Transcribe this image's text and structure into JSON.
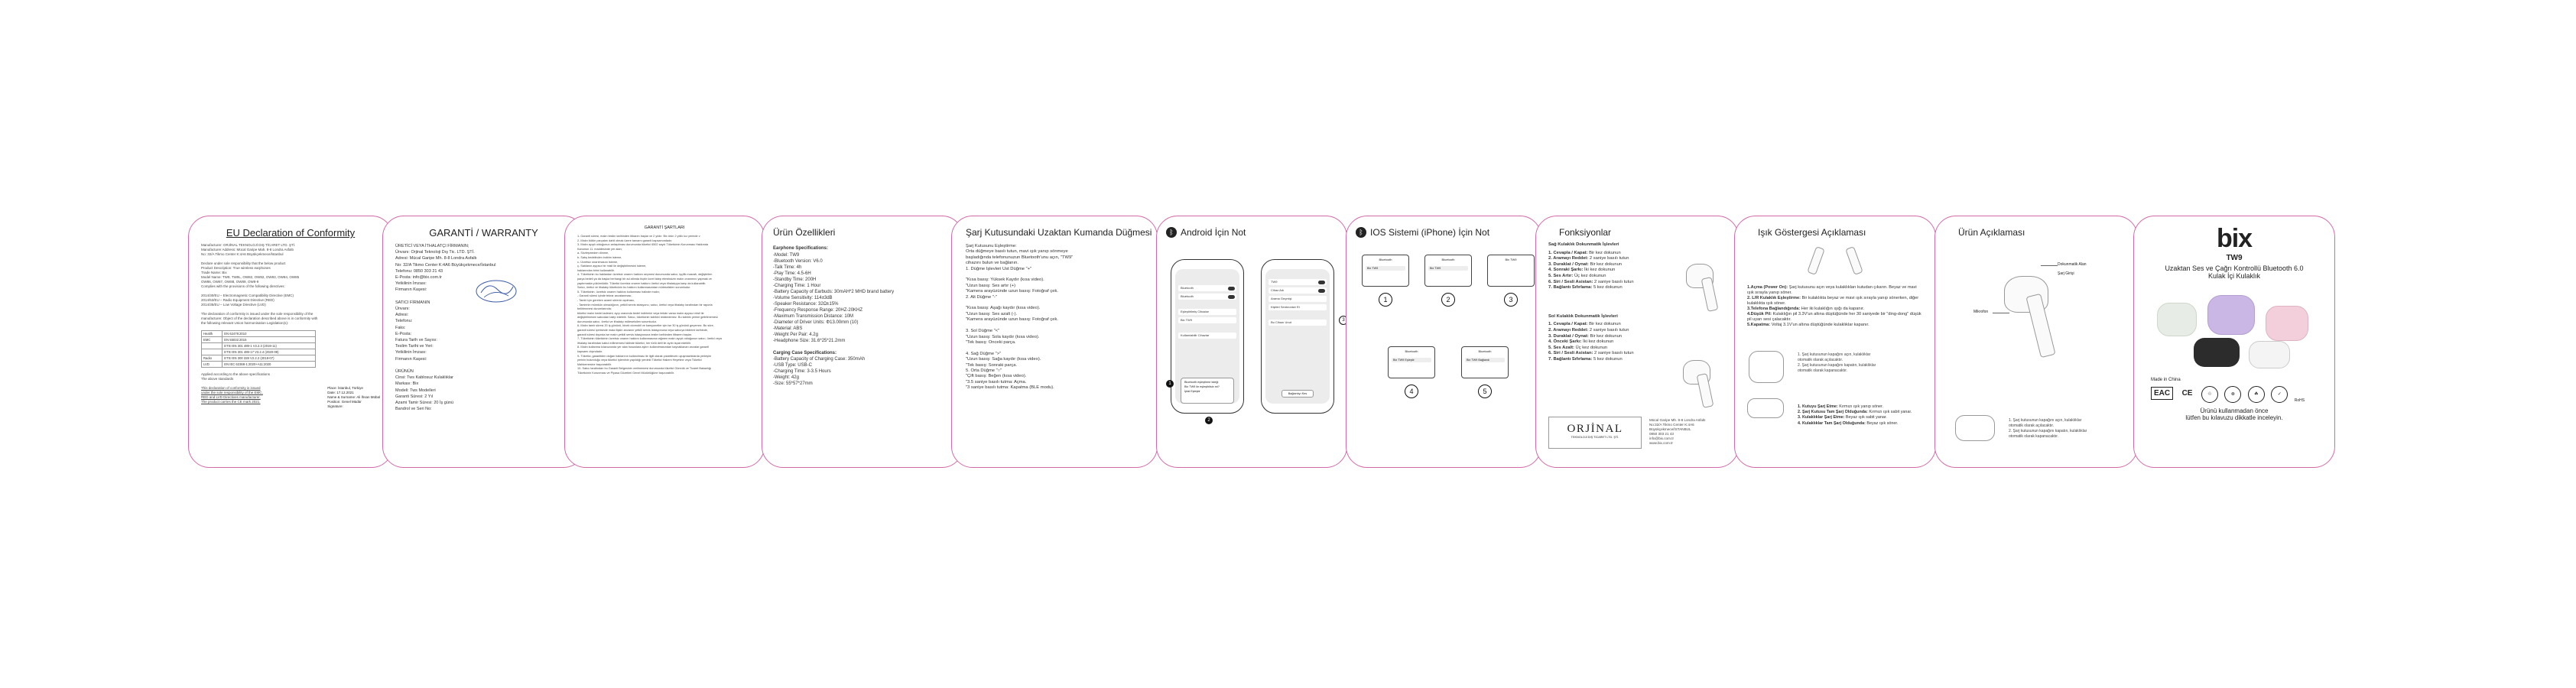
{
  "p1": {
    "title": "EU Declaration of Conformity",
    "lines": [
      "Manufacturer: ORJİNAL TEKNOLOJİ DIŞ TİCARET LTD. ŞTİ.",
      "Manufacturer Address: Mücal Garipe Mah. 8-8 Londra Asfaltı",
      "No: 32/A Tikmo Center K:4A6 Büyükçekmece/İstanbul",
      "",
      "Declare under sole responsibility that the below product",
      "Product Description: True wireless earphones",
      "Trade Name: Bix",
      "Model Name: TW9, TW9L, OW82, OW82, OW83, OW84, OW85",
      "OW86, OW87, OW88, OW89, OW8-9",
      "Complies with the provisions of the following directives:",
      "",
      "2014/30/EU – Electromagnetic Compatibility Directive (EMC)",
      "2014/53/EU – Radio Equipment Directive (RED)",
      "2014/35/EU – Low Voltage Directive (LVD)",
      "",
      "The declaration of conformity is issued under the sole responsibility of the",
      "manufacturer. Object of the declaration described above is in conformity with",
      "the following relevant Union harmonisation Legislation(s):"
    ],
    "table": [
      [
        "Health",
        "EN 62479:2010"
      ],
      [
        "EMC",
        "EN 55032:2015"
      ],
      [
        "",
        "ETSI EN 301 489-1 V2.2.3 (2019-11)"
      ],
      [
        "",
        "ETSI EN 301 489-17 V3.2.4 (2020-09)"
      ],
      [
        "Radio",
        "ETSI EN 300 328 V2.2.2 (2019-07)"
      ],
      [
        "LVD",
        "EN IEC 62368-1:2020+A11:2020"
      ]
    ],
    "after": [
      "Applied according to the above specifications",
      "The above standards"
    ],
    "underlined": [
      "This declaration of conformity is issued",
      "under the sole responsibility of the EMC,",
      "RED and LVD Directives manufacturer.",
      "The product carries the CE mark 2021."
    ],
    "sig": [
      "Place: İstanbul, Türkiye",
      "Date: 17.12.2021",
      "Name & Surname: Ali İhsan Mübal",
      "Position: Genel Müdür",
      "Signature:"
    ]
  },
  "p2": {
    "title": "GARANTİ / WARRANTY",
    "lines": [
      "ÜRETİCİ VEYA İTHALATÇI FİRMANIN;",
      "Ünvanı: Orjinal Teknoloji Dış Tic. LTD. ŞTİ.",
      "Adresi: Mücal Garipe Mh. 8-8 Londra Asfaltı",
      "No: 32/A Tikmo Center K:4A6 Büyükçekmece/İstanbul",
      "Telefonu: 0850 303 21 43",
      "E-Posta: info@bix.com.tr",
      "Yetkilinin İmzası:",
      "Firmanın Kaşesi:",
      "",
      "SATICI FİRMANIN",
      "Ünvanı:",
      "Adresi:",
      "Telefonu:",
      "Faks:",
      "E-Posta:",
      "Fatura Tarih ve Sayısı:",
      "Teslim Tarihi ve Yeri:",
      "Yetkilinin İmzası:",
      "Firmanın Kaşesi:",
      "",
      "ÜRÜNÜN",
      "Cinsi: Tws Kablosuz Kulaklıklar",
      "Markası: Bix",
      "Modeli: Tws Modelleri",
      "Garanti Süresi: 2 Yıl",
      "Azami Tamir Süresi: 20 İş günü",
      "Bandrol ve Seri No:"
    ]
  },
  "p3": {
    "title": "GARANTİ ŞARTLARI",
    "lines": [
      "1- Garanti süresi, malın teslim tarihinden itibaren başlar ve 2 yıldır. Bix ürün 2 yıllık kız yerinde v",
      "2- Malın bütün parçaları dahil olmak üzere tamamı garanti kapsamındadır.",
      "3- Malın ayıplı olduğunun anlaşılması durumunda tüketici 6502 sayılı Tüketicinin Korunması Hakkında",
      "Kanunun 11. maddesinde yer alan;",
      "a- Sözleşmeden dönme,",
      "b- Satış bedelinden indirim isteme,",
      "c- Ücretsiz onarılmasını isteme,",
      "ç- Satılanın ayıpsız bir misli ile değiştirilmesini isteme,",
      "haklarından birini kullanabilir.",
      "4- Tüketicinin bu haklardan ücretsiz onarım hakkını seçmesi durumunda satıcı; işçilik masrafı, değiştirilen",
      "parça bedeli ya da başka herhangi bir ad altında hiçbir ücret talep etmeksizin malın onarımını yapmak ve",
      "yaptırmakla yükümlüdür. Tüketici ücretsiz onarım hakkını üretici veya ithalatçıya karşı da kullanabilir.",
      "Satıcı, üretici ve ithalatçı tüketicinin bu hakkını kullanmasından müteselsilen sorumludur.",
      "5- Tüketicinin, ücretsiz onarım hakkını kullanması halinde malın;",
      "- Garanti süresi içinde tekrar arızalanması,",
      "- Tamiri için gereken azami sürenin aşılması,",
      "- Tamirinin mümkün olmadığının, yetkili servis istasyonu, satıcı, üretici veya ithalatçı tarafından bir raporla",
      "belirlenmesi durumlarında;",
      "tüketici malın bedel iadesini, ayıp oranında bedel indirimini veya imkân varsa malın ayıpsız misli ile",
      "değiştirilmesini satıcıdan talep edebilir. Satıcı, tüketicinin talebini reddedemez. Bu talebin yerine getirilmemesi",
      "durumunda satıcı, üretici ve ithalatçı müteselsilen sorumludur.",
      "6- Malın tamir süresi 20 iş gününü, binek otomobil ve kamyonetler için ise 30 iş gününü geçemez. Bu süre,",
      "garanti süresi içerisinde mala ilişkin arızanın yetkili servis istasyonuna veya satıcıya bildirimi tarihinde,",
      "garanti süresi dışında ise malın yetkili servis istasyonuna teslim tarihinden itibaren başlar.",
      "7- Tüketicinin tüketicinin ücretsiz onarım hakkını kullanmasına rağmen malın ayıplı olduğunun satıcı, üretici veya",
      "ithalatçı tarafından kabul edilmemesi hâlinde tüketici, her türlü delil ile ayıbı ispat edebilir.",
      "8- Malın kullanma kılavuzunda yer alan hususlara aykırı kullanılmasından kaynaklanan arızalar garanti",
      "kapsamı dışındadır.",
      "9- Tüketici, garantiden doğan haklarının kullanılması ile ilgili olarak çıkabilecek uyuşmazlıklarda yerleşim",
      "yerinin bulunduğu veya tüketici işleminin yapıldığı yerdeki Tüketici Hakem Heyetine veya Tüketici",
      "Mahkemesine başvurabilir.",
      "10- Satıcı tarafından bu Garanti Belgesinin verilmemesi durumunda tüketici Gümrük ve Ticaret Bakanlığı",
      "Tüketicinin Korunması ve Piyasa Gözetimi Genel Müdürlüğüne başvurabilir."
    ]
  },
  "p4": {
    "title": "Ürün Özellikleri",
    "earphone_head": "Earphone Specifications:",
    "earphone": [
      "-Model: TW9",
      "-Bluetooth Version: V6.0",
      "-Talk Time: 4h",
      "-Play Time: 4.5-6H",
      "-Standby Time: 200H",
      "-Charging Time: 1 Hour",
      "-Battery Capacity of Earbuds: 30mAH*2 MHD brand battery",
      "-Volume Sensitivity: 114±3dB",
      "-Speaker Resistance: 32Ω±15%",
      "-Frequency Response Range: 20HZ-20KHZ",
      "-Maximum Transmission Distance: 10M",
      "-Diameter of Driver Units: Φ13.00mm (10)",
      "-Material: ABS",
      "-Weight Per Pair: 4.2g",
      "-Headphone Size: 31.6*25*21.2mm"
    ],
    "case_head": "Carging Case Specifications:",
    "case": [
      "-Battery Capacity of Charging Case: 350mAh",
      "-USB Type: USB-C",
      "-Charging Time: 3-3.5 Hours",
      "-Weight: 42g",
      "-Size: 55*57*27mm"
    ]
  },
  "p5": {
    "title": "Şarj Kutusundaki Uzaktan Kumanda Düğmesi",
    "lines": [
      "Şarj Kutusunu Eşleştirme:",
      "Orta düğmeye basılı tutun, mavi ışık yanıp sönmeye",
      "başladığında telefonunuzun Bluetooth'unu açın, \"TW9\"",
      "cihazını bulun ve bağlanın.",
      "1. Düğme İşlevleri Üst Düğme \"+\"",
      "",
      "\"Kısa basış: Yüksek Kaydır (kısa video).",
      "\"Uzun basış: Ses artır (+)",
      "\"Kamera arayüzünde uzun basış: Fotoğraf çek.",
      "2. Alt Düğme \"-\"",
      "",
      "\"Kısa basış: Aşağı kaydır (kısa video).",
      "\"Uzun basış: Ses azalt (-).",
      "\"Kamera arayüzünde uzun basış: Fotoğraf çek.",
      "",
      "3. Sol Düğme \"<\"",
      "\"Uzun basış: Sola kaydır (kısa video).",
      "\"Tek basış: Önceki parça.",
      "",
      "4. Sağ Düğme \">\"",
      "\"Uzun basış: Sağa kaydır (kısa video).",
      "\"Tek basış: Sonraki parça.",
      "5. Orta Düğme \"○\"",
      "\"Çift basış: Beğen (kısa video).",
      "\"3.5 saniye basılı tutma: Açma.",
      "\"3 saniye basılı tutma: Kapatma (BLE modu)."
    ]
  },
  "p6": {
    "title": "Android İçin Not",
    "phone_a_rows": [
      "Bluetooth",
      "Bluetooth",
      "",
      "Eşleştirilmiş Cihazlar",
      "Bix TW9",
      "",
      "Kullanılabilir Cihazlar"
    ],
    "phone_a_popup": [
      "Bluetooth eşleştirme isteği",
      "Bix TW9 ile eşleştirilsin mi?",
      "İptal   Eşleştir"
    ],
    "phone_b_rows": [
      "TW9",
      "Cihaz Adı",
      "Arama Geçmişi",
      "Kişileri Senkronize Et",
      "",
      "Bu Cihazı Unut"
    ],
    "phone_b_label": "Bağlantıyı Kes",
    "markers": [
      "1",
      "2",
      "3"
    ]
  },
  "p7": {
    "title": "IOS Sistemi (iPhone) İçin Not",
    "screens": [
      {
        "title": "Bluetooth",
        "label": "Bix TW9"
      },
      {
        "title": "Bluetooth",
        "label": "Bix TW9"
      },
      {
        "title": "Bix TW9",
        "label": ""
      },
      {
        "title": "Bluetooth",
        "label": "Bix TW9 Eşleştir"
      },
      {
        "title": "Bluetooth",
        "label": "Bix TW9 Bağlandı"
      }
    ],
    "markers": [
      "1",
      "2",
      "3",
      "4",
      "5"
    ]
  },
  "p8": {
    "title": "Fonksiyonlar",
    "right_head": "Sağ Kulaklık Dokunmatik İşlevleri",
    "right": [
      [
        "1. Cevapla / Kapat:",
        " Bir kez dokunun"
      ],
      [
        "2. Aramayı Reddet:",
        " 2 saniye basılı tutun"
      ],
      [
        "3. Duraklat / Oynat:",
        " Bir kez dokunun"
      ],
      [
        "4. Sonraki Şarkı:",
        " İki kez dokunun"
      ],
      [
        "5. Ses Artır:",
        " Üç kez dokunun"
      ],
      [
        "6. Siri / Sesli Asistan:",
        " 2 saniye basılı tutun"
      ],
      [
        "7. Bağlantı Sıfırlama:",
        " 5 kez dokunun"
      ]
    ],
    "left_head": "Sol Kulaklık Dokunmatik İşlevleri",
    "left": [
      [
        "1. Cevapla / Kapat:",
        " Bir kez dokunun"
      ],
      [
        "2. Aramayı Reddet:",
        " 2 saniye basılı tutun"
      ],
      [
        "3. Duraklat / Oynat:",
        " Bir kez dokunun"
      ],
      [
        "4. Önceki Şarkı:",
        " İki kez dokunun"
      ],
      [
        "5. Ses Azalt:",
        " Üç kez dokunun"
      ],
      [
        "6. Siri / Sesli Asistan:",
        " 2 saniye basılı tutun"
      ],
      [
        "7. Bağlantı Sıfırlama:",
        " 5 kez dokunun"
      ]
    ],
    "brand": "ORJİNAL",
    "brand_sub": "TEKNOLOJİ DIŞ TİCARET LTD. ŞTİ.",
    "address": [
      "Mücal Garipe Mh. 8-8 Londra Asfaltı",
      "No:32/A Tikmo Center K:4A6",
      "Büyükçekmece/İSTANBUL",
      "0850 303 21 43",
      "info@bix.com.tr",
      "www.bix.com.tr"
    ]
  },
  "p9": {
    "title": "Işık Göstergesi Açıklaması",
    "items": [
      [
        "1.Açma (Power On):",
        " Şarj kutusunu açın veya kulaklıkları kutudan çıkarın. Beyaz ve mavi ışık sırayla yanıp söner."
      ],
      [
        "2. L/R Kulaklık Eşleştirme:",
        " Bir kulaklıkta beyaz ve mavi ışık sırayla yanıp sönerken, diğer kulaklıkta ışık söner."
      ],
      [
        "3.Telefona Bağlandığında:",
        " Her iki kulaklığın ışığı da kapanır."
      ],
      [
        "4.Düşük Pil:",
        " Kulaklığın pil 3.3V'un altına düştüğünde her 30 saniyede bir \"ding-dong\" düşük pil uyarı sesi çalacaktır."
      ],
      [
        "5.Kapatma:",
        " Voltaj 3.1V'un altına düştüğünde kulaklıklar kapanır."
      ]
    ],
    "notes1": [
      "1. Şarj kutusunun kapağını açın, kulaklıklar",
      "otomatik olarak açılacaktır.",
      "2. Şarj kutusunun kapağını kapatın, kulaklıklar",
      "otomatik olarak kapanacaktır."
    ],
    "legend": [
      [
        "1. Kutuyu Şarj Etme:",
        " Kırmızı ışık yanıp söner."
      ],
      [
        "2. Şarj Kutusu Tam Şarj Olduğunda:",
        " Kırmızı ışık sabit yanar."
      ],
      [
        "3. Kulaklıklar Şarj Etme:",
        " Beyaz ışık sabit yanar."
      ],
      [
        "4. Kulaklıklar Tam Şarj Olduğunda:",
        " Beyaz ışık söner."
      ]
    ]
  },
  "p10": {
    "title": "Ürün Açıklaması",
    "labels": [
      "Dokunmatik Alan",
      "Şarj Girişi",
      "Mikrofon"
    ],
    "notes": [
      "1. Şarj kutusunun kapağını açın, kulaklıklar",
      "otomatik olarak açılacaktır.",
      "2. Şarj kutusunun kapağını kapatın, kulaklıklar",
      "otomatik olarak kapanacaktır."
    ]
  },
  "p11": {
    "logo": "bix",
    "model": "TW9",
    "subtitle1": "Uzaktan Ses ve Çağrı Kontrollü Bluetooth 6.0",
    "subtitle2": "Kulak İçi Kulaklık",
    "made_in": "Made in China",
    "marks": [
      "EAC",
      "CE",
      "RoHS"
    ],
    "footer1": "Ürünü kullanmadan önce",
    "footer2": "lütfen bu kılavuzu dikkatle inceleyin."
  },
  "colors": {
    "border": "#d36aa8",
    "text": "#222222",
    "accent_mint": "#3aa38e",
    "accent_lilac": "#b08fd4",
    "accent_pink": "#e79ab8"
  }
}
